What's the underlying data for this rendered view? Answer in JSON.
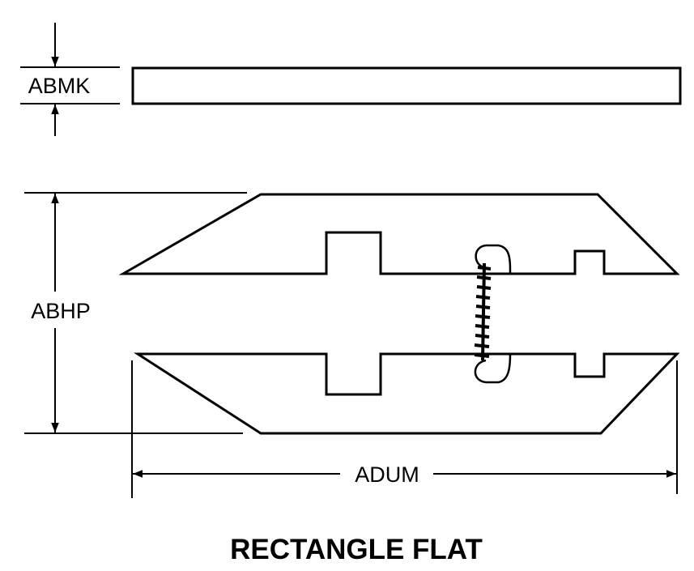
{
  "labels": {
    "thickness": "ABMK",
    "height": "ABHP",
    "length": "ADUM"
  },
  "title": "RECTANGLE FLAT",
  "colors": {
    "line": "#000000",
    "background": "#ffffff"
  }
}
